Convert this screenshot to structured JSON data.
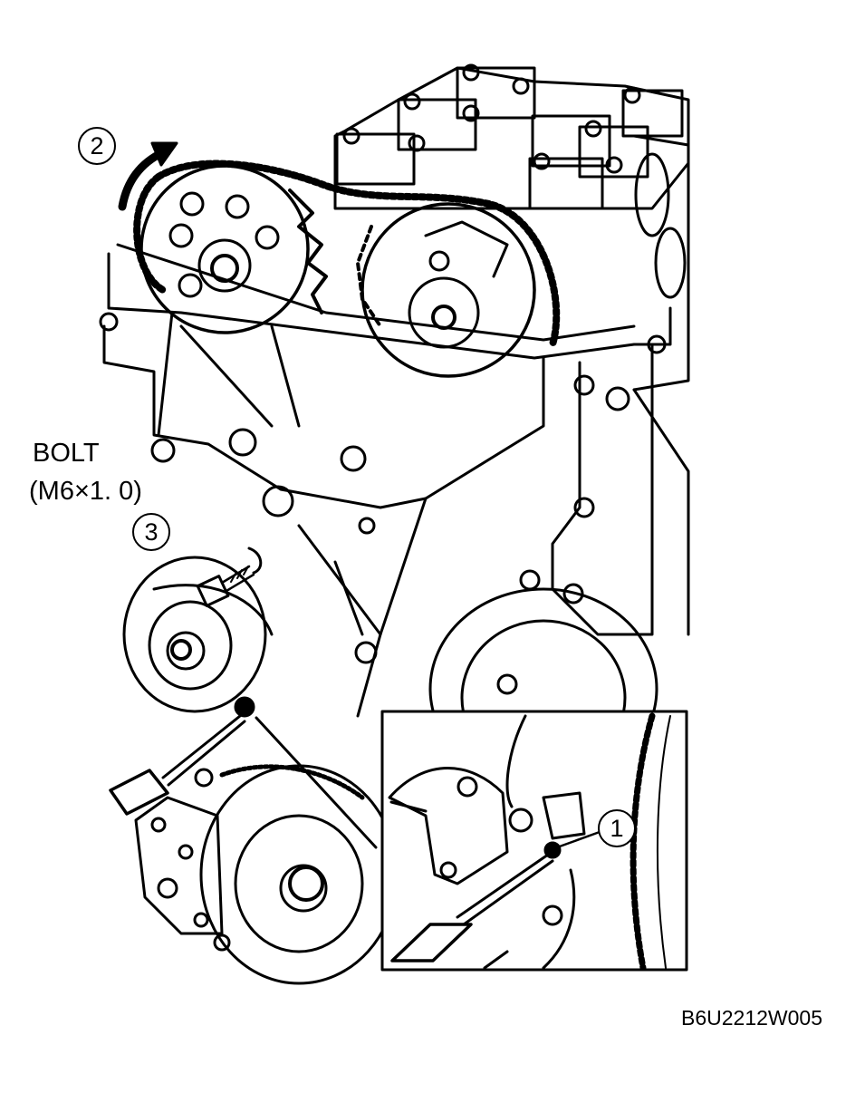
{
  "labels": {
    "bolt_title": "BOLT",
    "bolt_spec": "(M6×1. 0)",
    "figure_id": "B6U2212W005"
  },
  "callouts": {
    "one": "1",
    "two": "2",
    "three": "3"
  },
  "colors": {
    "ink": "#000000",
    "paper": "#ffffff"
  }
}
